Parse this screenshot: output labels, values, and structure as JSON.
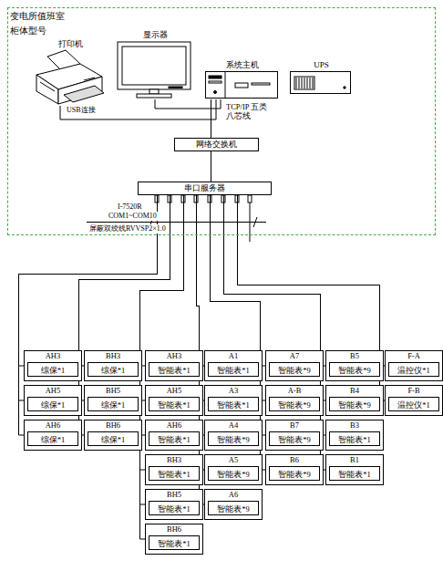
{
  "diagram": {
    "nodes": [
      {
        "text": [
          "变电所值班室",
          "柜体型号"
        ]
      },
      {
        "text": [
          "打印机"
        ],
        "in": 0
      },
      {
        "text": [
          "显示器"
        ],
        "in": 0
      },
      {
        "text": [
          "系统主机"
        ],
        "in": 0
      },
      {
        "text": [
          "UPS"
        ],
        "in": 0
      },
      {
        "text": [
          "网络交换机"
        ],
        "in": 0
      },
      {
        "text": [
          "串口服务器"
        ],
        "in": 0
      },
      {
        "text": [
          "AH3",
          "综保*1"
        ]
      },
      {
        "text": [
          "AH5",
          "综保*1"
        ]
      },
      {
        "text": [
          "AH6",
          "综保*1"
        ]
      },
      {
        "text": [
          "BH3",
          "综保*1"
        ]
      },
      {
        "text": [
          "BH5",
          "综保*1"
        ]
      },
      {
        "text": [
          "BH6",
          "综保*1"
        ]
      },
      {
        "text": [
          "AH3",
          "智能表*1"
        ]
      },
      {
        "text": [
          "AH5",
          "智能表*1"
        ]
      },
      {
        "text": [
          "AH6",
          "智能表*1"
        ]
      },
      {
        "text": [
          "BH3",
          "智能表*1"
        ]
      },
      {
        "text": [
          "BH5",
          "智能表*1"
        ]
      },
      {
        "text": [
          "BH6",
          "智能表*1"
        ]
      },
      {
        "text": [
          "A1",
          "智能表*1"
        ]
      },
      {
        "text": [
          "A3",
          "智能表*1"
        ]
      },
      {
        "text": [
          "A4",
          "智能表*9"
        ]
      },
      {
        "text": [
          "A5",
          "智能表*9"
        ]
      },
      {
        "text": [
          "A6",
          "智能表*9"
        ]
      },
      {
        "text": [
          "A7",
          "智能表*9"
        ]
      },
      {
        "text": [
          "A-B",
          "智能表*9"
        ]
      },
      {
        "text": [
          "B7",
          "智能表*9"
        ]
      },
      {
        "text": [
          "B6",
          "智能表*9"
        ]
      },
      {
        "text": [
          "B5",
          "智能表*9"
        ]
      },
      {
        "text": [
          "B4",
          "智能表*9"
        ]
      },
      {
        "text": [
          "B3",
          "智能表*1"
        ]
      },
      {
        "text": [
          "B1",
          "智能表*1"
        ]
      },
      {
        "text": [
          "F-A",
          "温控仪*1"
        ]
      },
      {
        "text": [
          "F-B",
          "温控仪*1"
        ]
      }
    ],
    "edges": [
      {
        "from": 1,
        "to": 3,
        "arrow": "none",
        "label": "USB连接"
      },
      {
        "from": 2,
        "to": 3,
        "arrow": "none"
      },
      {
        "from": 3,
        "to": 5,
        "arrow": "none",
        "label": "TCP/IP 五类八芯线"
      },
      {
        "from": 5,
        "to": 6,
        "arrow": "none"
      },
      {
        "from": 6,
        "to": 7,
        "arrow": "none"
      },
      {
        "from": 6,
        "to": 8,
        "arrow": "none"
      },
      {
        "from": 6,
        "to": 9,
        "arrow": "none"
      },
      {
        "from": 6,
        "to": 10,
        "arrow": "none"
      },
      {
        "from": 6,
        "to": 11,
        "arrow": "none"
      },
      {
        "from": 6,
        "to": 12,
        "arrow": "none"
      },
      {
        "from": 6,
        "to": 13,
        "arrow": "none"
      },
      {
        "from": 6,
        "to": 14,
        "arrow": "none"
      },
      {
        "from": 6,
        "to": 15,
        "arrow": "none"
      },
      {
        "from": 6,
        "to": 16,
        "arrow": "none"
      },
      {
        "from": 6,
        "to": 17,
        "arrow": "none"
      },
      {
        "from": 6,
        "to": 18,
        "arrow": "none"
      },
      {
        "from": 6,
        "to": 19,
        "arrow": "none"
      },
      {
        "from": 6,
        "to": 20,
        "arrow": "none"
      },
      {
        "from": 6,
        "to": 21,
        "arrow": "none"
      },
      {
        "from": 6,
        "to": 22,
        "arrow": "none"
      },
      {
        "from": 6,
        "to": 23,
        "arrow": "none"
      },
      {
        "from": 6,
        "to": 24,
        "arrow": "none"
      },
      {
        "from": 6,
        "to": 25,
        "arrow": "none"
      },
      {
        "from": 6,
        "to": 26,
        "arrow": "none"
      },
      {
        "from": 6,
        "to": 27,
        "arrow": "none"
      },
      {
        "from": 6,
        "to": 28,
        "arrow": "none"
      },
      {
        "from": 6,
        "to": 29,
        "arrow": "none"
      },
      {
        "from": 6,
        "to": 30,
        "arrow": "none"
      },
      {
        "from": 6,
        "to": 31,
        "arrow": "none"
      },
      {
        "from": 6,
        "to": 32,
        "arrow": "none"
      },
      {
        "from": 6,
        "to": 33,
        "arrow": "none"
      }
    ],
    "labels": [
      "I-7520R",
      "COM1~COM10",
      "屏蔽双绞线RVVSP2×1.0"
    ]
  }
}
